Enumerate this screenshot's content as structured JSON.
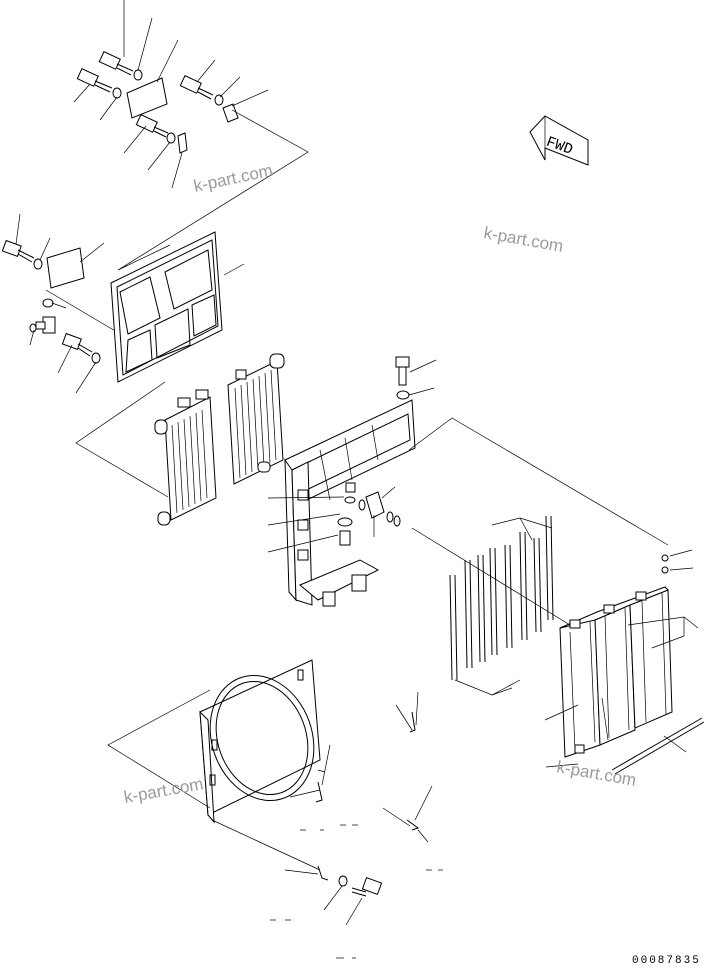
{
  "diagram": {
    "watermarks": [
      "k-part.com",
      "k-part.com",
      "k-part.com",
      "k-part.com"
    ],
    "direction_label": "FWD",
    "drawing_code": "00087835"
  }
}
